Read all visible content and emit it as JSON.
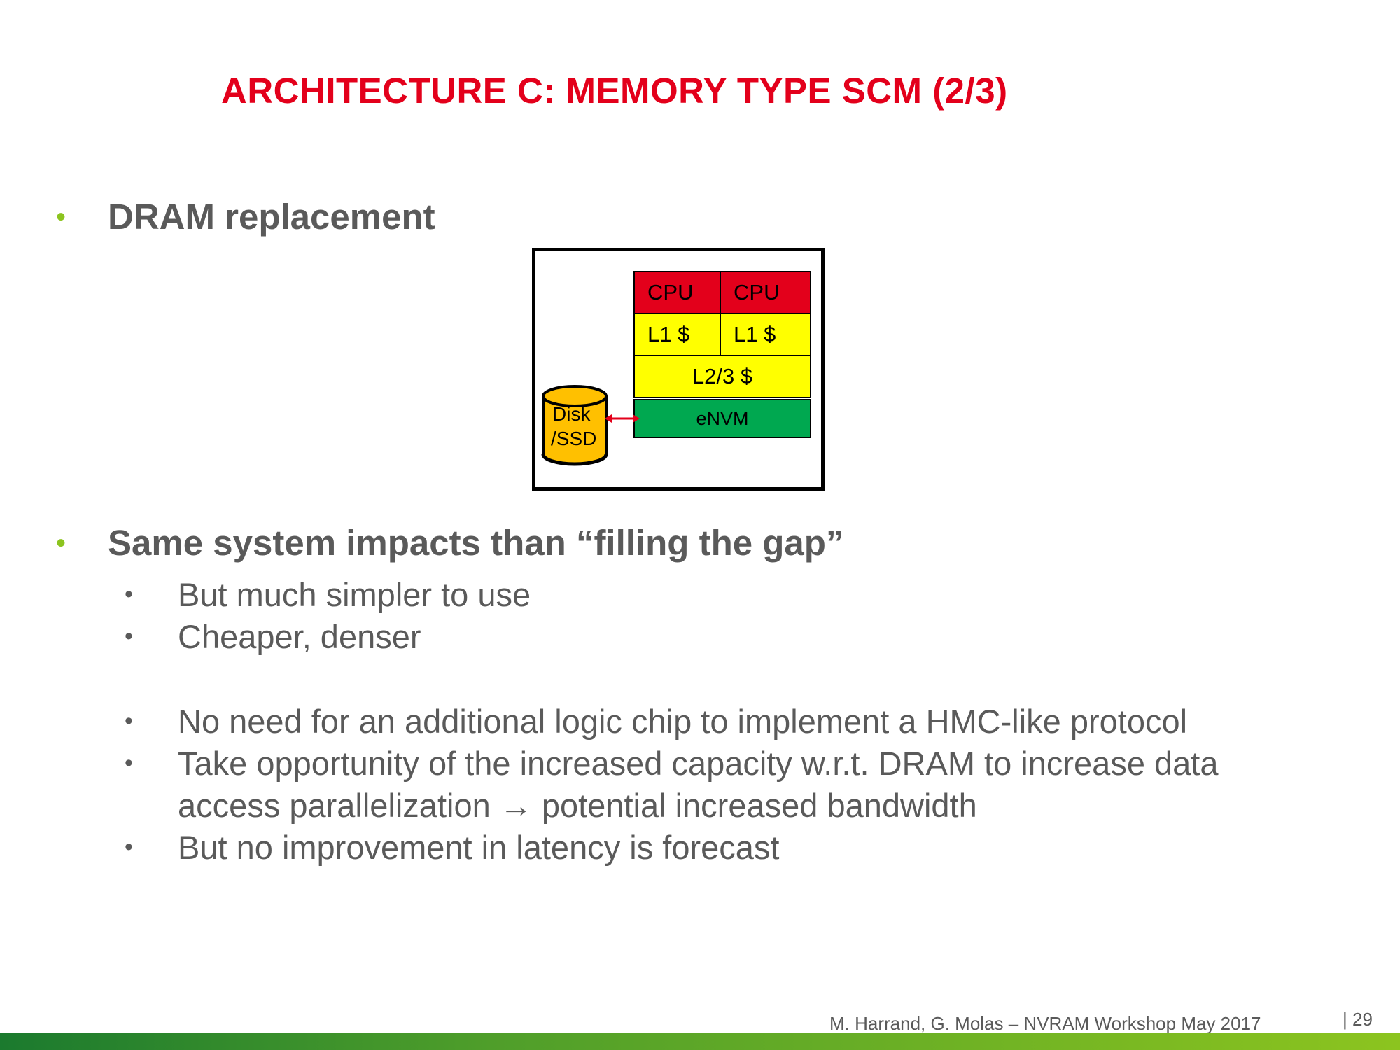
{
  "colors": {
    "title_red": "#e3001b",
    "bullet_green": "#8cc41f",
    "text_gray": "#5a5a5a",
    "cpu_red": "#e3001b",
    "cache_yellow": "#ffff00",
    "envm_green": "#00a850",
    "disk_orange": "#ffc000",
    "arrow_red": "#e3001b",
    "bar_dark_green": "#1b7a2e",
    "bar_light_green": "#8cc41f"
  },
  "title": "ARCHITECTURE C: MEMORY TYPE SCM (2/3)",
  "bullets": [
    {
      "text": "DRAM replacement",
      "marker": "•"
    },
    {
      "text": "Same system impacts than “filling the gap”",
      "marker": "•",
      "subitems": [
        {
          "text": "But much simpler to use",
          "marker": "•"
        },
        {
          "text": "Cheaper, denser",
          "marker": "•"
        },
        {
          "text": "No need for an additional logic chip to implement a HMC-like protocol",
          "marker": "•"
        },
        {
          "text": "Take opportunity of the increased capacity w.r.t. DRAM to increase data",
          "continuation": "access parallelization → potential increased bandwidth",
          "marker": "•"
        },
        {
          "text": "But no improvement in latency is forecast",
          "marker": "•"
        }
      ]
    }
  ],
  "diagram": {
    "cpu_left": "CPU",
    "cpu_right": "CPU",
    "l1_left": "L1 $",
    "l1_right": "L1 $",
    "l2": "L2/3 $",
    "envm": "eNVM",
    "disk_line1": "Disk",
    "disk_line2": "/SSD"
  },
  "footer": {
    "author": "M. Harrand, G. Molas – NVRAM Workshop May 2017",
    "page_sep": "|",
    "page_number": "29"
  }
}
